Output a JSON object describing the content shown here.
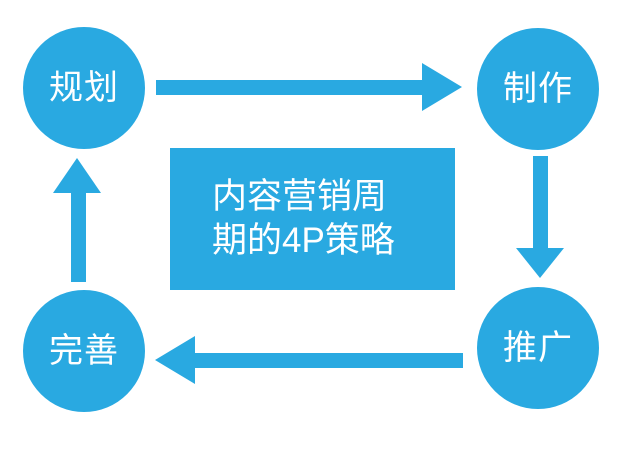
{
  "diagram": {
    "title": "内容营销周期的4P策略",
    "title_lines": [
      "内容营销周",
      "期的4P策略"
    ],
    "nodes": [
      {
        "id": "planning",
        "label": "规划"
      },
      {
        "id": "production",
        "label": "制作"
      },
      {
        "id": "promotion",
        "label": "推广"
      },
      {
        "id": "improvement",
        "label": "完善"
      }
    ],
    "edges": [
      {
        "from": "planning",
        "to": "production",
        "direction": "right"
      },
      {
        "from": "production",
        "to": "promotion",
        "direction": "down"
      },
      {
        "from": "promotion",
        "to": "improvement",
        "direction": "left"
      },
      {
        "from": "improvement",
        "to": "planning",
        "direction": "up"
      }
    ],
    "colors": {
      "accent": "#29A9E1",
      "text_on_accent": "#FFFFFF",
      "background": "#FFFFFF"
    }
  }
}
